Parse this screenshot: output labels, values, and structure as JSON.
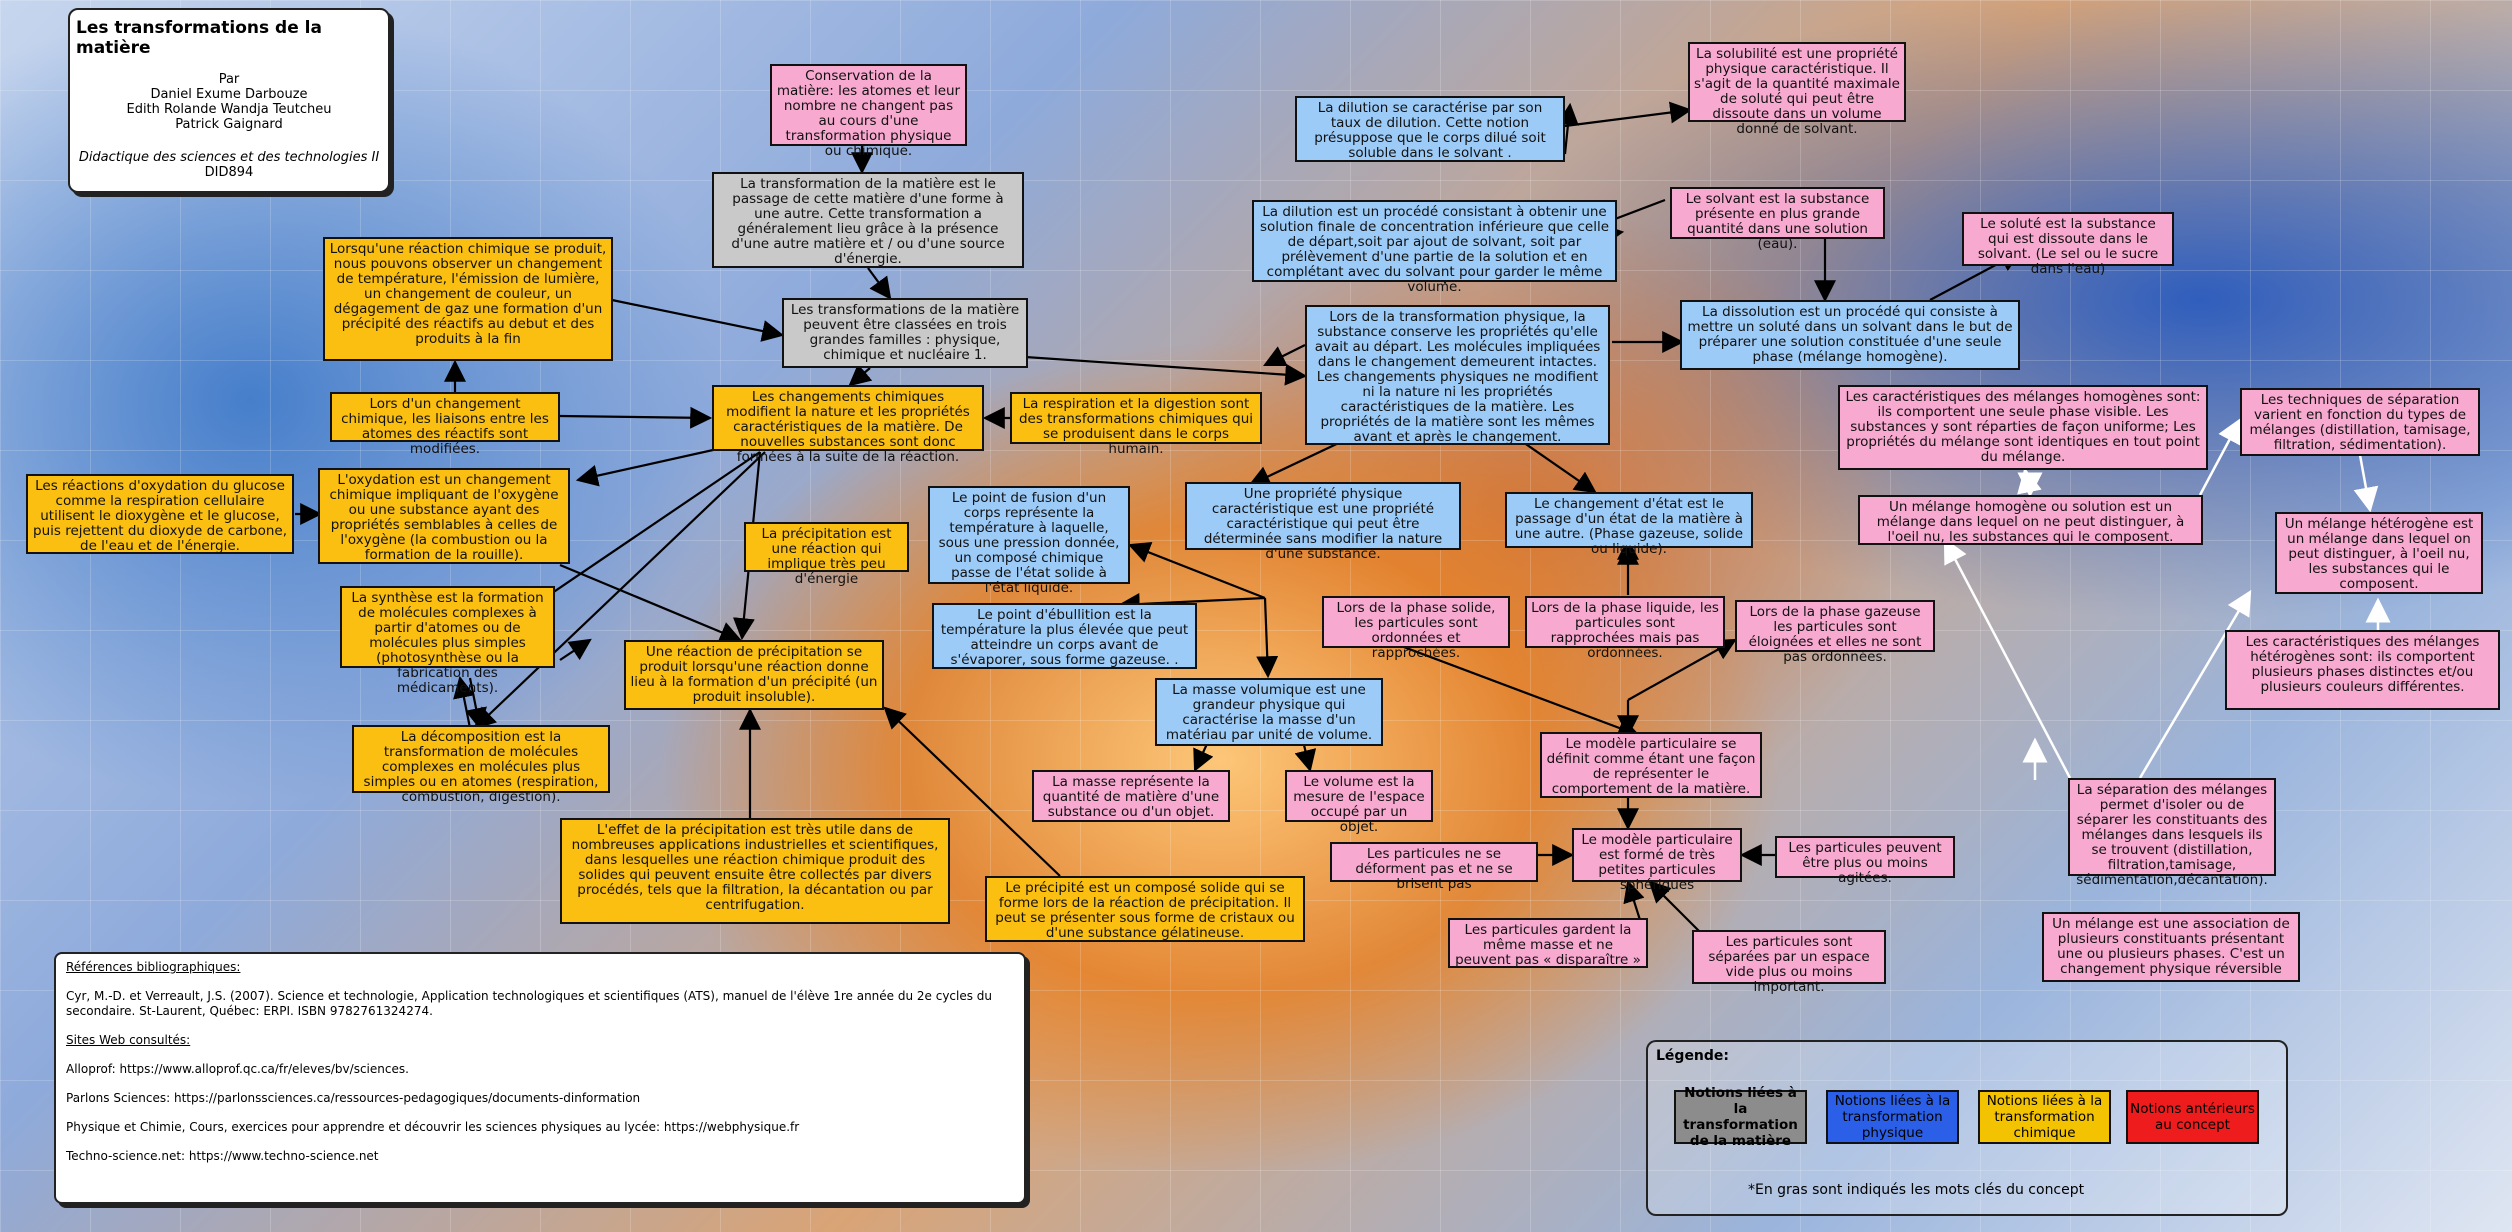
{
  "title": {
    "heading": "Les transformations de la matière",
    "by": "Par",
    "authors": [
      "Daniel Exume Darbouze",
      "Edith Rolande Wandja Teutcheu",
      "Patrick Gaignard"
    ],
    "course": "Didactique des sciences et des technologies II",
    "code": "DID894"
  },
  "nodes": {
    "conservation": "Conservation de la matière: les atomes et leur nombre ne changent pas au cours d'une transformation physique ou chimique.",
    "transformation_def": "La transformation de la matière est le passage de cette matière d'une forme à une autre. Cette transformation a généralement lieu grâce à la présence d'une autre matière et / ou d'une source d'énergie.",
    "familles": "Les transformations de la matière peuvent être classées en trois grandes familles : physique, chimique et nucléaire 1.",
    "reaction_indices": "Lorsqu'une réaction chimique se produit, nous pouvons observer un changement de température, l'émission de lumière, un changement de couleur, un dégagement de gaz une formation d'un précipité des réactifs au debut et des produits à la fin",
    "changement_chimique": "Lors d'un changement chimique, les liaisons entre les atomes des réactifs sont modifiées.",
    "changements_chimiques": "Les changements chimiques modifient la nature et les propriétés caractéristiques de la matière. De nouvelles substances sont donc formées à la suite de la réaction.",
    "respiration": "La respiration et la digestion sont des transformations chimiques qui se produisent dans le corps humain.",
    "oxydation_glucose": "Les réactions d'oxydation du glucose comme la respiration cellulaire utilisent le dioxygène et le glucose, puis rejettent du dioxyde de carbone, de l'eau et de l'énergie.",
    "oxydation": "L'oxydation est un changement chimique impliquant de l'oxygène ou une substance ayant des propriétés semblables à celles de l'oxygène (la combustion ou la formation de la rouille).",
    "precipitation": "La précipitation est une réaction qui implique très peu d'énergie",
    "synthese": "La synthèse est la formation de molécules complexes à partir d'atomes ou de molécules plus simples (photosynthèse ou la fabrication des médicaments).",
    "reaction_precipitation": "Une réaction de précipitation se produit lorsqu'une réaction donne lieu à la formation d'un précipité (un produit insoluble).",
    "decomposition": "La décomposition est la transformation de molécules complexes en molécules plus simples ou en atomes (respiration, combustion, digestion).",
    "effet_precipitation": "L'effet de la précipitation est très utile dans de nombreuses applications industrielles et scientifiques, dans lesquelles une réaction chimique produit des solides qui peuvent ensuite être collectés par divers procédés, tels que la filtration, la décantation ou par centrifugation.",
    "precipite": "Le précipité est un composé solide qui se forme lors de la réaction de précipitation. Il peut se présenter sous forme de cristaux ou d'une substance gélatineuse.",
    "dilution_taux": "La dilution se caractérise par son taux de dilution. Cette notion présuppose que le corps dilué soit soluble dans le solvant .",
    "dilution": "La dilution est un procédé consistant à obtenir une solution finale de concentration inférieure que celle de départ,soit par ajout de solvant, soit par prélèvement d'une partie de la solution et en complétant avec du solvant pour garder le même volume.",
    "transformation_physique": "Lors de la transformation physique, la substance conserve les propriétés qu'elle avait au départ. Les molécules impliquées dans le changement demeurent intactes. Les changements physiques ne modifient ni la nature ni les propriétés caractéristiques de la matière. Les propriétés de la matière sont les mêmes avant et après le changement.",
    "solubilite": "La solubilité est une propriété physique caractéristique. Il s'agit de la quantité maximale de soluté qui peut être dissoute dans un volume donné de solvant.",
    "solvant": "Le solvant est la substance présente en plus grande quantité dans une solution (eau).",
    "solute": "Le soluté est la substance qui est dissoute dans le solvant. (Le sel ou le sucre dans l'eau)",
    "dissolution": "La dissolution est un procédé qui consiste à mettre un soluté dans un solvant dans le but de préparer une solution constituée d'une seule phase (mélange homogène).",
    "fusion": "Le point de fusion d'un corps représente la température à laquelle, sous une pression donnée, un composé chimique passe de l'état solide à l'état liquide.",
    "propriete_physique": "Une propriété physique caractéristique est une propriété caractéristique qui peut être déterminée sans modifier la nature d'une substance.",
    "changement_etat": "Le changement d'état est le passage d'un état de la matière à une autre. (Phase gazeuse, solide ou liquide).",
    "ebullition": "Le point d'ébullition est la température la plus élevée que peut atteindre un corps avant de s'évaporer, sous forme gazeuse. .",
    "masse_volumique": "La masse volumique est une grandeur physique qui caractérise la masse d'un matériau par unité de volume.",
    "masse": "La masse représente la quantité de matière d'une substance ou d'un objet.",
    "volume": "Le volume est la mesure de l'espace occupé par un objet.",
    "phase_solide": "Lors de la phase solide, les particules sont ordonnées et rapprochées.",
    "phase_liquide": "Lors de la phase liquide, les particules sont rapprochées mais pas ordonnées.",
    "phase_gazeuse": "Lors de la phase gazeuse les particules sont éloignées et elles ne sont pas ordonnées.",
    "modele_def": "Le modèle particulaire se définit comme étant une façon de représenter le comportement de la matière.",
    "modele_forme": "Le modèle particulaire est formé de très petites particules sphériques",
    "particules_deforment": "Les particules ne se déforment pas et ne se brisent pas",
    "particules_agitees": "Les particules peuvent être plus ou moins agitées.",
    "particules_gardent": "Les particules gardent la même masse et ne peuvent pas « disparaître »",
    "particules_separees": "Les particules sont séparées par un espace vide plus ou moins important.",
    "caracteristiques_homogenes": "Les caractéristiques des mélanges homogènes sont: ils comportent une seule phase visible. Les substances y sont réparties de façon uniforme; Les propriétés du mélange sont identiques en tout point du mélange.",
    "techniques_separation": "Les techniques de séparation varient en fonction du types de mélanges (distillation, tamisage, filtration, sédimentation).",
    "melange_homogene": "Un mélange homogène ou solution est un mélange dans lequel on ne peut distinguer, à l'oeil nu, les substances qui le composent.",
    "melange_heterogene": "Un mélange hétérogène est un mélange dans lequel on peut distinguer, à l'oeil nu, les substances qui le composent.",
    "caracteristiques_heterogenes": "Les caractéristiques des mélanges hétérogènes sont: ils comportent plusieurs phases distinctes et/ou plusieurs couleurs différentes.",
    "separation": "La séparation des mélanges permet d'isoler ou de séparer les constituants des mélanges dans lesquels ils se trouvent (distillation, filtration,tamisage, sédimentation,décantation).",
    "melange": "Un mélange est une association de plusieurs constituants présentant une ou plusieurs phases. C'est un changement physique réversible"
  },
  "references": {
    "heading": "Références bibliographiques:",
    "book": "Cyr, M.-D. et Verreault, J.S. (2007). Science et technologie, Application technologiques et scientifiques (ATS), manuel de l'élève 1re année du 2e cycles du secondaire. St-Laurent, Québec: ERPI. ISBN 9782761324274.",
    "sites_heading": "Sites Web consultés:",
    "sites": [
      "Alloprof: https://www.alloprof.qc.ca/fr/eleves/bv/sciences.",
      "Parlons Sciences: https://parlonssciences.ca/ressources-pedagogiques/documents-dinformation",
      "Physique et Chimie, Cours, exercices pour apprendre et découvrir les sciences physiques au lycée: https://webphysique.fr",
      "Techno-science.net: https://www.techno-science.net"
    ]
  },
  "legend": {
    "heading": "Légende:",
    "items": [
      {
        "label": "Notions liées à la transformation de la matière",
        "color": "#8c8c8c"
      },
      {
        "label": "Notions liées à la transformation physique",
        "color": "#2b5fe8"
      },
      {
        "label": "Notions liées à la transformation chimique",
        "color": "#f3c200"
      },
      {
        "label": "Notions antérieurs au concept",
        "color": "#ee1c1c"
      }
    ],
    "note": "*En gras sont indiqués les mots clés du concept"
  },
  "colors": {
    "gray": "#c9c9c9",
    "blue": "#9ccbf7",
    "yellow": "#fbbf12",
    "pink": "#f7a9d0"
  }
}
